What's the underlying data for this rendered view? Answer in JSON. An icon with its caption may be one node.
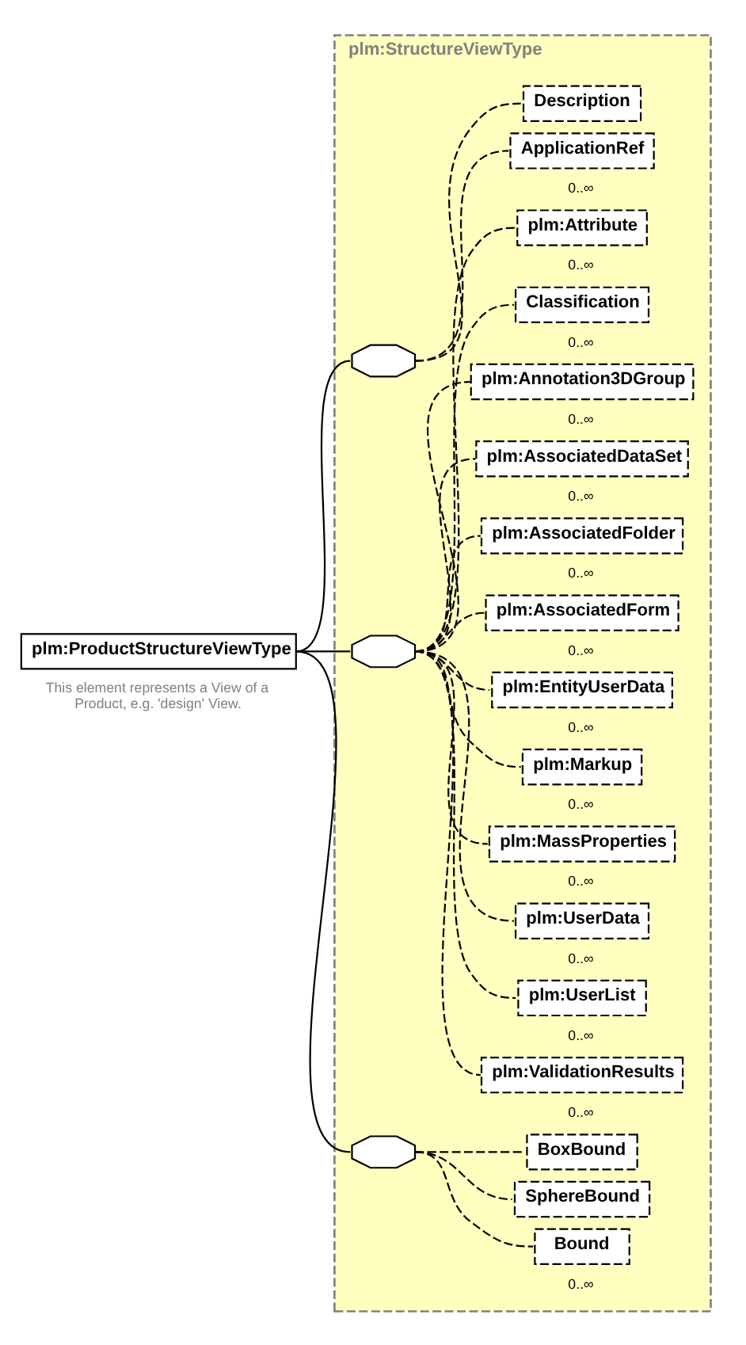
{
  "diagram": {
    "nodes": [
      {
        "text": [
          "plm:ProductStructureViewType"
        ],
        "beside": [
          "This element represents a View of a Product, e.g. 'design' View."
        ]
      },
      {
        "text": [
          "plm:StructureViewType"
        ]
      },
      {
        "text": [],
        "shape": "octagon",
        "in": 1
      },
      {
        "text": [
          "Description"
        ],
        "in": 1
      },
      {
        "text": [
          "ApplicationRef"
        ],
        "in": 1,
        "beside": [
          "0..∞"
        ]
      },
      {
        "text": [],
        "shape": "octagon",
        "in": 1
      },
      {
        "text": [
          "plm:Attribute"
        ],
        "in": 1,
        "beside": [
          "0..∞"
        ]
      },
      {
        "text": [
          "Classification"
        ],
        "in": 1,
        "beside": [
          "0..∞"
        ]
      },
      {
        "text": [
          "plm:Annotation3DGroup"
        ],
        "in": 1,
        "beside": [
          "0..∞"
        ]
      },
      {
        "text": [
          "plm:AssociatedDataSet"
        ],
        "in": 1,
        "beside": [
          "0..∞"
        ]
      },
      {
        "text": [
          "plm:AssociatedFolder"
        ],
        "in": 1,
        "beside": [
          "0..∞"
        ]
      },
      {
        "text": [
          "plm:AssociatedForm"
        ],
        "in": 1,
        "beside": [
          "0..∞"
        ]
      },
      {
        "text": [
          "plm:EntityUserData"
        ],
        "in": 1,
        "beside": [
          "0..∞"
        ]
      },
      {
        "text": [
          "plm:Markup"
        ],
        "in": 1,
        "beside": [
          "0..∞"
        ]
      },
      {
        "text": [
          "plm:MassProperties"
        ],
        "in": 1,
        "beside": [
          "0..∞"
        ]
      },
      {
        "text": [
          "plm:UserData"
        ],
        "in": 1,
        "beside": [
          "0..∞"
        ]
      },
      {
        "text": [
          "plm:UserList"
        ],
        "in": 1,
        "beside": [
          "0..∞"
        ]
      },
      {
        "text": [
          "plm:ValidationResults"
        ],
        "in": 1,
        "beside": [
          "0..∞"
        ]
      },
      {
        "text": [],
        "shape": "octagon",
        "in": 1
      },
      {
        "text": [
          "BoxBound"
        ],
        "in": 1
      },
      {
        "text": [
          "SphereBound"
        ],
        "in": 1
      },
      {
        "text": [
          "Bound"
        ],
        "in": 1,
        "beside": [
          "0..∞"
        ]
      }
    ],
    "edges": [
      {
        "from": 0,
        "to": 2,
        "arrow": "none"
      },
      {
        "from": 0,
        "to": 5,
        "arrow": "none"
      },
      {
        "from": 0,
        "to": 18,
        "arrow": "none"
      },
      {
        "from": 2,
        "to": 3,
        "arrow": "none",
        "style": "dashed"
      },
      {
        "from": 2,
        "to": 4,
        "arrow": "none",
        "style": "dashed"
      },
      {
        "from": 5,
        "to": 6,
        "arrow": "none",
        "style": "dashed"
      },
      {
        "from": 5,
        "to": 7,
        "arrow": "none",
        "style": "dashed"
      },
      {
        "from": 5,
        "to": 8,
        "arrow": "none",
        "style": "dashed"
      },
      {
        "from": 5,
        "to": 9,
        "arrow": "none",
        "style": "dashed"
      },
      {
        "from": 5,
        "to": 10,
        "arrow": "none",
        "style": "dashed"
      },
      {
        "from": 5,
        "to": 11,
        "arrow": "none",
        "style": "dashed"
      },
      {
        "from": 5,
        "to": 12,
        "arrow": "none",
        "style": "dashed"
      },
      {
        "from": 5,
        "to": 13,
        "arrow": "none",
        "style": "dashed"
      },
      {
        "from": 5,
        "to": 14,
        "arrow": "none",
        "style": "dashed"
      },
      {
        "from": 5,
        "to": 15,
        "arrow": "none",
        "style": "dashed"
      },
      {
        "from": 5,
        "to": 16,
        "arrow": "none",
        "style": "dashed"
      },
      {
        "from": 5,
        "to": 17,
        "arrow": "none",
        "style": "dashed"
      },
      {
        "from": 18,
        "to": 19,
        "arrow": "none",
        "style": "dashed"
      },
      {
        "from": 18,
        "to": 20,
        "arrow": "none",
        "style": "dashed"
      },
      {
        "from": 18,
        "to": 21,
        "arrow": "none",
        "style": "dashed"
      }
    ]
  }
}
